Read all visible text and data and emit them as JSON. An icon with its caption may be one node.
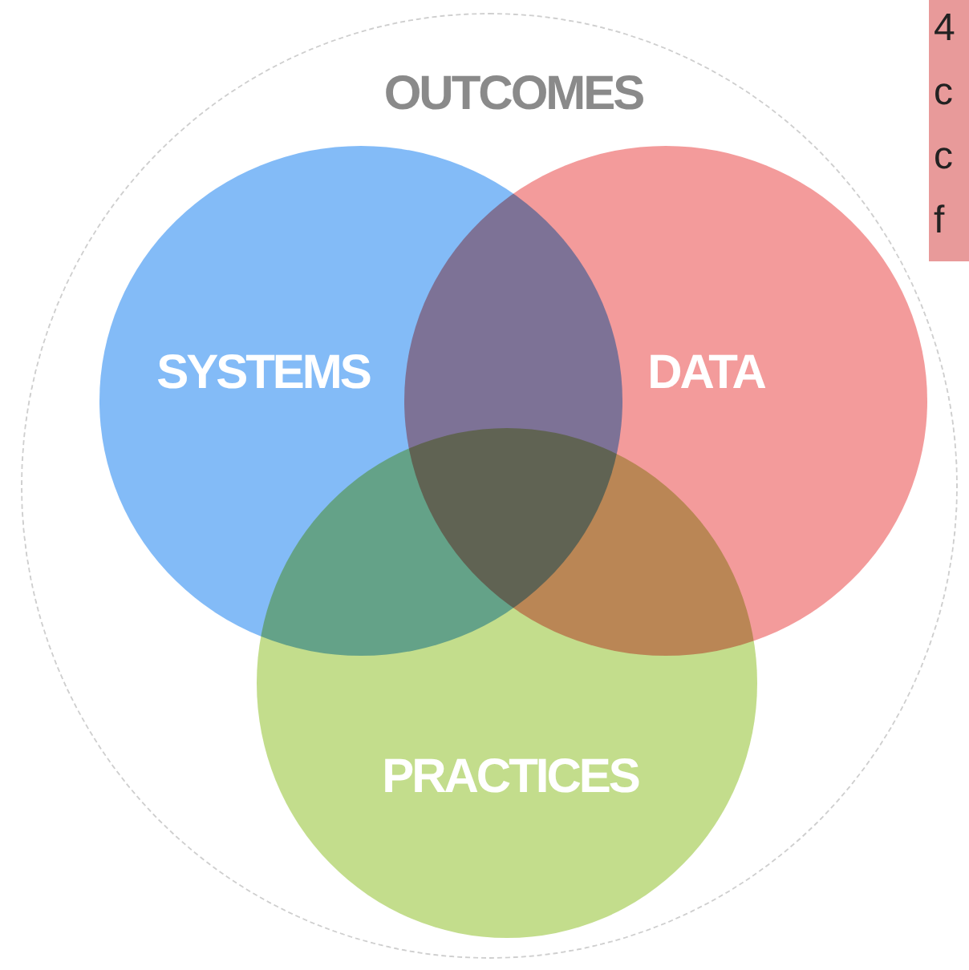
{
  "diagram": {
    "nodes": [
      {
        "text": [
          "OUTCOMES"
        ]
      },
      {
        "text": [
          "SYSTEMS"
        ],
        "in": 0
      },
      {
        "text": [
          "DATA"
        ],
        "in": 0
      },
      {
        "text": [
          "PRACTICES"
        ],
        "in": 0
      },
      {
        "text": [
          "4 c c f"
        ]
      }
    ],
    "edges": []
  }
}
